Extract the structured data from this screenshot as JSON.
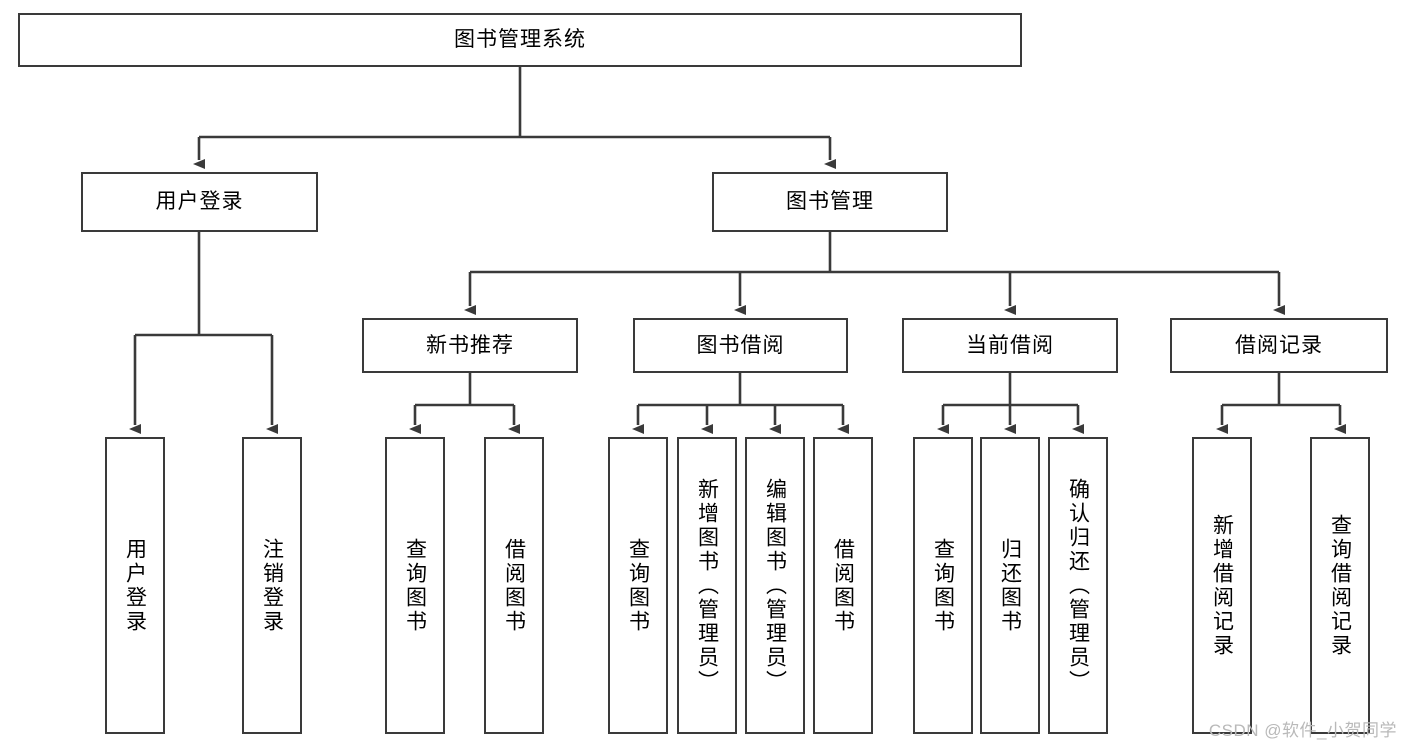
{
  "diagram": {
    "title": "图书管理系统",
    "type": "hierarchy-tree",
    "style": {
      "border_color": "#3a3a3a",
      "fill_color": "#ffffff",
      "text_color": "#000000",
      "edge_color": "#3a3a3a",
      "watermark_color": "#b9b9b9"
    },
    "root": {
      "label": "图书管理系统"
    },
    "level2": [
      {
        "label": "用户登录"
      },
      {
        "label": "图书管理"
      }
    ],
    "level3": [
      {
        "label": "新书推荐"
      },
      {
        "label": "图书借阅"
      },
      {
        "label": "当前借阅"
      },
      {
        "label": "借阅记录"
      }
    ],
    "leaves": {
      "user_login": [
        {
          "label": "用户登录"
        },
        {
          "label": "注销登录"
        }
      ],
      "new_book_recommend": [
        {
          "label": "查询图书"
        },
        {
          "label": "借阅图书"
        }
      ],
      "book_borrow": [
        {
          "label": "查询图书"
        },
        {
          "label": "新增图书（管理员）"
        },
        {
          "label": "编辑图书（管理员）"
        },
        {
          "label": "借阅图书"
        }
      ],
      "current_borrow": [
        {
          "label": "查询图书"
        },
        {
          "label": "归还图书"
        },
        {
          "label": "确认归还（管理员）"
        }
      ],
      "borrow_records": [
        {
          "label": "新增借阅记录"
        },
        {
          "label": "查询借阅记录"
        }
      ]
    }
  },
  "watermark": {
    "text": "CSDN @软件_小贺同学"
  }
}
